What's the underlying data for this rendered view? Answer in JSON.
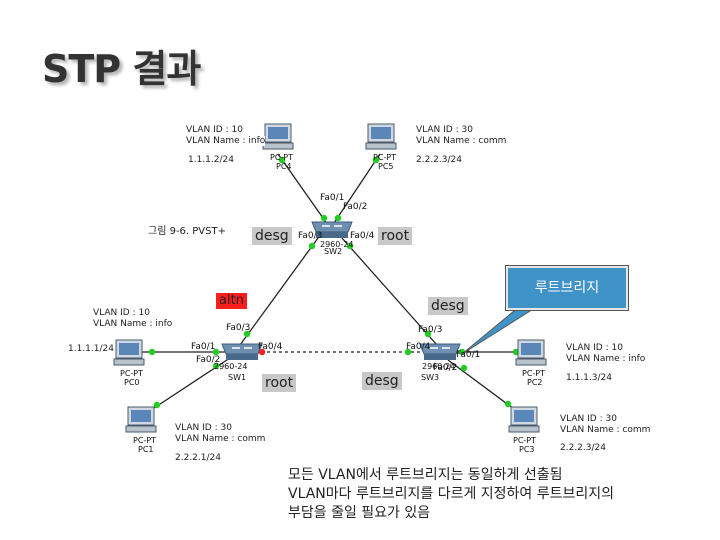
{
  "title": "STP 결과",
  "pcs": [
    {
      "id": "pc4",
      "name": "PC-PT",
      "label": "PC4",
      "vlan_id": "VLAN ID : 10",
      "vlan_name": "VLAN Name : info",
      "ip": "1.1.1.2/24"
    },
    {
      "id": "pc5",
      "name": "PC-PT",
      "label": "PC5",
      "vlan_id": "VLAN ID : 30",
      "vlan_name": "VLAN Name : comm",
      "ip": "2.2.2.3/24"
    },
    {
      "id": "pc0",
      "name": "PC-PT",
      "label": "PC0",
      "vlan_id": "VLAN ID : 10",
      "vlan_name": "VLAN Name : info",
      "ip": "1.1.1.1/24"
    },
    {
      "id": "pc1",
      "name": "PC-PT",
      "label": "PC1",
      "vlan_id": "VLAN ID : 30",
      "vlan_name": "VLAN Name : comm",
      "ip": "2.2.2.1/24"
    },
    {
      "id": "pc2",
      "name": "PC-PT",
      "label": "PC2",
      "vlan_id": "VLAN ID : 10",
      "vlan_name": "VLAN Name : info",
      "ip": "1.1.1.3/24"
    },
    {
      "id": "pc3",
      "name": "PC-PT",
      "label": "PC3",
      "vlan_id": "VLAN ID : 30",
      "vlan_name": "VLAN Name : comm",
      "ip": "2.2.2.3/24"
    }
  ],
  "switches": [
    {
      "id": "sw2",
      "model": "2960-24",
      "label": "SW2"
    },
    {
      "id": "sw1",
      "model": "2960-24",
      "label": "SW1"
    },
    {
      "id": "sw3",
      "model": "2960-24",
      "label": "SW3"
    }
  ],
  "ports": {
    "sw2_fa01": "Fa0/1",
    "sw2_fa02": "Fa0/2",
    "sw2_fa03": "Fa0/3",
    "sw2_fa04": "Fa0/4",
    "sw1_fa03": "Fa0/3",
    "sw1_fa01": "Fa0/1",
    "sw1_fa02": "Fa0/2",
    "sw1_fa04": "Fa0/4",
    "sw3_fa03": "Fa0/3",
    "sw3_fa04": "Fa0/4",
    "sw3_fa01": "Fa0/1",
    "sw3_fa02": "Fa0/2"
  },
  "roles": {
    "sw2_left": "desg",
    "sw2_right": "root",
    "altn": "altn",
    "sw3_top": "desg",
    "sw1_right": "root",
    "sw3_left": "desg"
  },
  "note": "그림 9-6. PVST+",
  "callout": "루트브리지",
  "caption": [
    "모든 VLAN에서 루트브리지는 동일하게 선출됨",
    "VLAN마다 루트브리지를 다르게 지정하여 루트브리지의",
    "부담을 줄일 필요가 있음"
  ],
  "colors": {
    "link": "#222222",
    "port_up": "#22cc22",
    "altn": "#ff1e1e",
    "role_bg": "#c8c8c8",
    "callout_bg": "#3f93c7"
  }
}
